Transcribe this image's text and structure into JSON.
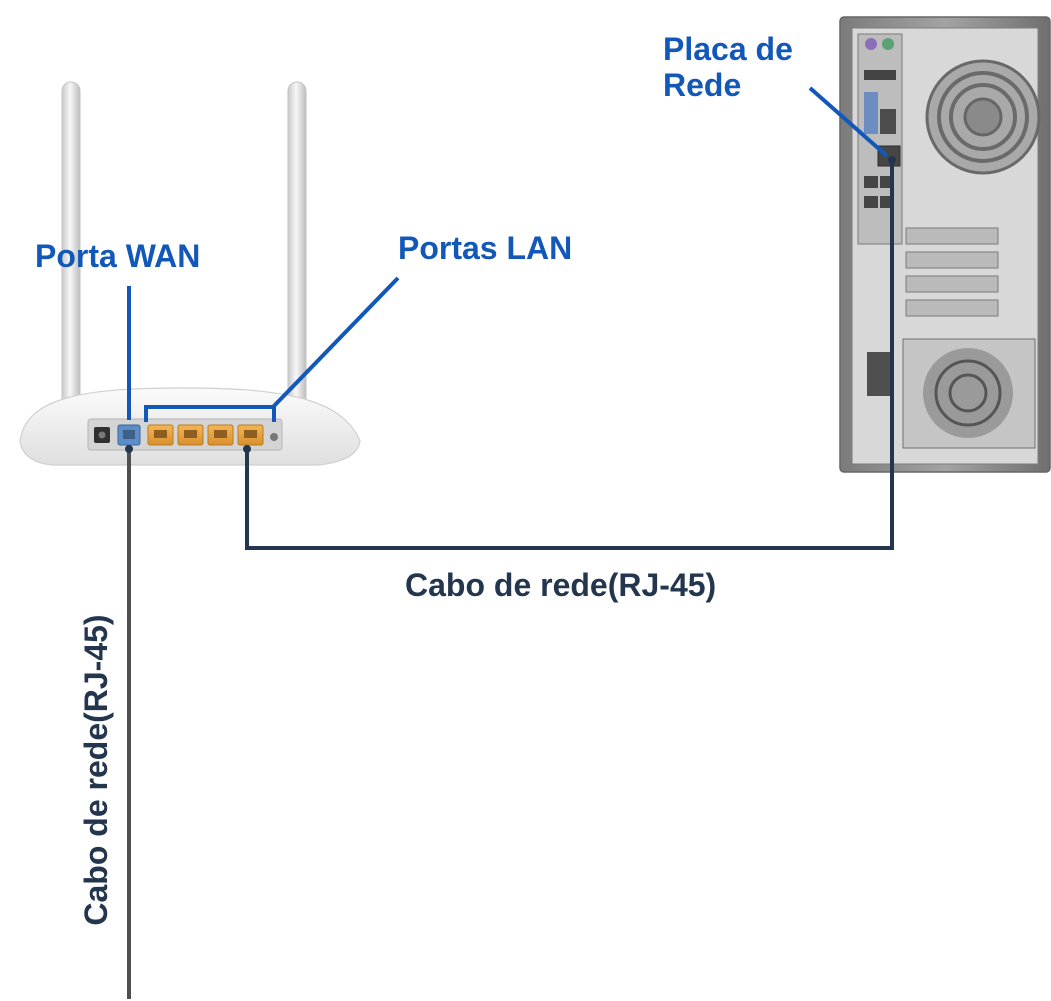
{
  "labels": {
    "wan_port": "Porta WAN",
    "lan_ports": "Portas LAN",
    "network_card_line1": "Placa de",
    "network_card_line2": "Rede",
    "cable_horizontal": "Cabo de rede(RJ-45)",
    "cable_vertical": "Cabo de rede(RJ-45)"
  },
  "colors": {
    "label_blue": "#1258b8",
    "cable_dark": "#24364e",
    "router_body": "#f2f2f2",
    "lan_port_orange": "#e8a43a",
    "wan_port_blue": "#5d8dc6",
    "pc_case": "#8f8f8f"
  },
  "icons": [
    "router-icon",
    "desktop-pc-icon"
  ]
}
